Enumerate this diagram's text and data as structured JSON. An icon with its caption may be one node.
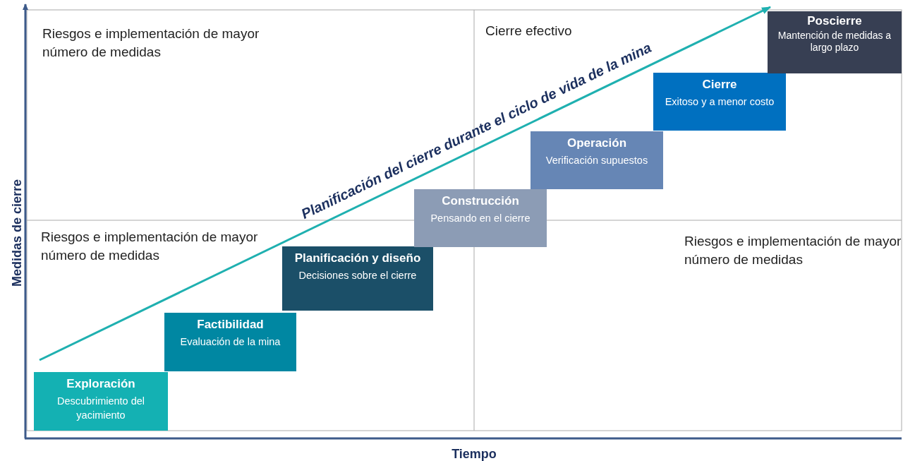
{
  "diagram": {
    "nodes": [
      {
        "text": [
          "Exploración",
          "Descubrimiento del yacimiento"
        ]
      },
      {
        "text": [
          "Factibilidad",
          "Evaluación de la mina"
        ]
      },
      {
        "text": [
          "Planificación y diseño",
          "Decisiones sobre el cierre"
        ]
      },
      {
        "text": [
          "Construcción",
          "Pensando en el cierre"
        ]
      },
      {
        "text": [
          "Operación",
          "Verificación supuestos"
        ]
      },
      {
        "text": [
          "Cierre",
          "Exitoso y a menor costo"
        ]
      },
      {
        "text": [
          "Poscierre",
          "Mantención de medidas a largo plazo"
        ]
      }
    ],
    "edges": [],
    "labels": [
      "Riesgos e implementación de mayor número de medidas",
      "Cierre efectivo",
      "Planificación del cierre durante el ciclo de vida de la mina",
      "Riesgos e implementación de mayor número de medidas",
      "Riesgos e implementación de mayor número de medidas",
      "Medidas de cierre",
      "Tiempo"
    ]
  }
}
